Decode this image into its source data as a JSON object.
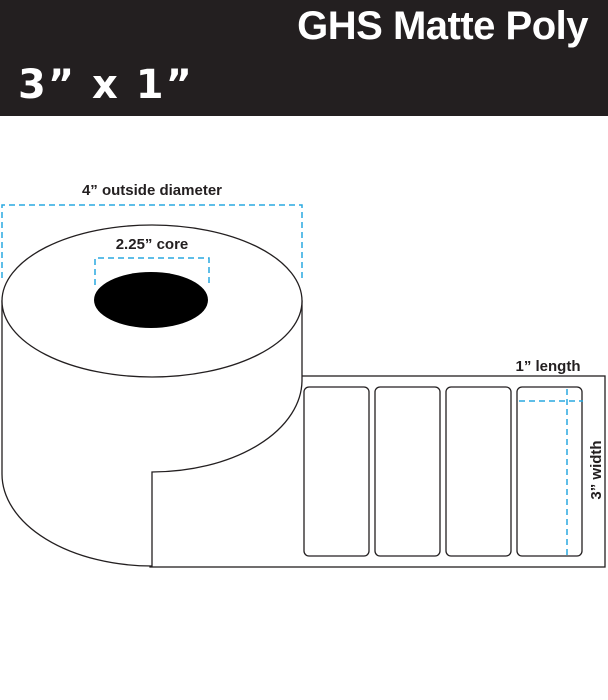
{
  "header": {
    "product_name": "GHS Matte Poly",
    "size": "3” x 1”"
  },
  "diagram": {
    "outside_diameter_label": "4” outside diameter",
    "core_label": "2.25” core",
    "length_label": "1” length",
    "width_label": "3” width",
    "label_count": 4
  },
  "colors": {
    "header_bg": "#231f20",
    "header_text": "#ffffff",
    "dimension_line": "#29a9e0",
    "outline": "#231f20",
    "core": "#000000"
  }
}
